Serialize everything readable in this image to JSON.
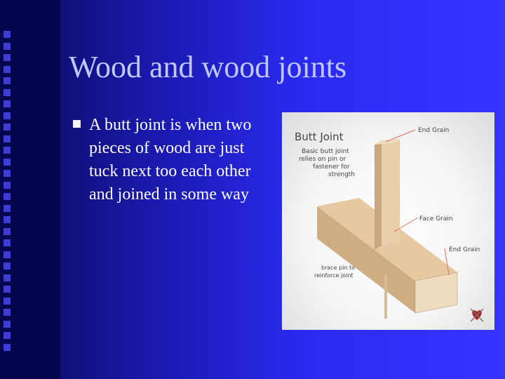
{
  "slide": {
    "title": "Wood and wood joints",
    "bullets": [
      "A butt joint is when two pieces of wood are just tuck next too each other and joined in some way"
    ]
  },
  "figure": {
    "heading": "Butt Joint",
    "desc_lines": [
      "Basic butt joint",
      "relies on pin or",
      "fastener for",
      "strength"
    ],
    "label_end_grain_top": "End Grain",
    "label_face_grain": "Face Grain",
    "label_end_grain_right": "End Grain",
    "label_brace_lines": [
      "brace pin to",
      "reinforce joint"
    ]
  },
  "colors": {
    "title": "#c2c8ff",
    "body_text": "#ffffff",
    "wood_light": "#e8cba4",
    "wood_mid": "#cfae86",
    "wood_dark": "#b08c62",
    "leader_line": "#e06a5a"
  }
}
